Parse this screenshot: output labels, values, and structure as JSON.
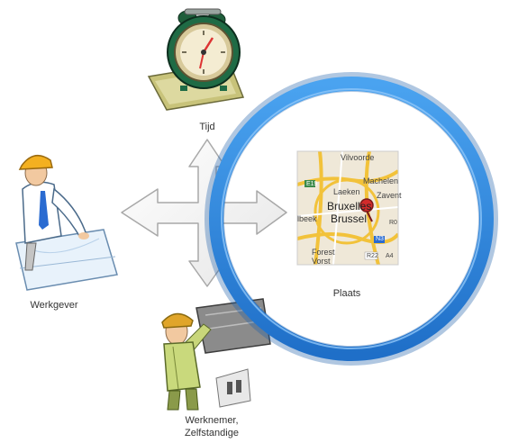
{
  "labels": {
    "tijd": "Tijd",
    "werkgever": "Werkgever",
    "plaats": "Plaats",
    "werknemer_line1": "Werknemer,",
    "werknemer_line2": "Zelfstandige"
  },
  "map_labels": {
    "vilvoorde": "Vilvoorde",
    "laeken": "Laeken",
    "machelen": "Machelen",
    "zaventem": "Zavent",
    "bruxelles": "Bruxelles",
    "brussel": "Brussel",
    "beek": "lbeek",
    "forest": "Forest",
    "vorst": "Vorst",
    "e19": "E19",
    "n3": "N3",
    "r22": "R22",
    "a4": "A4",
    "r0": "R0"
  },
  "icons": [
    "alarm-clock-icon",
    "architect-worker-icon",
    "laborer-worker-icon",
    "map-pin-icon"
  ],
  "colors": {
    "highlight_ring": "#2f8be0",
    "arrow_stroke": "#a0a0a0",
    "arrow_fill": "#ffffff",
    "map_background": "#efe8d8",
    "map_road": "#f2c23a"
  }
}
